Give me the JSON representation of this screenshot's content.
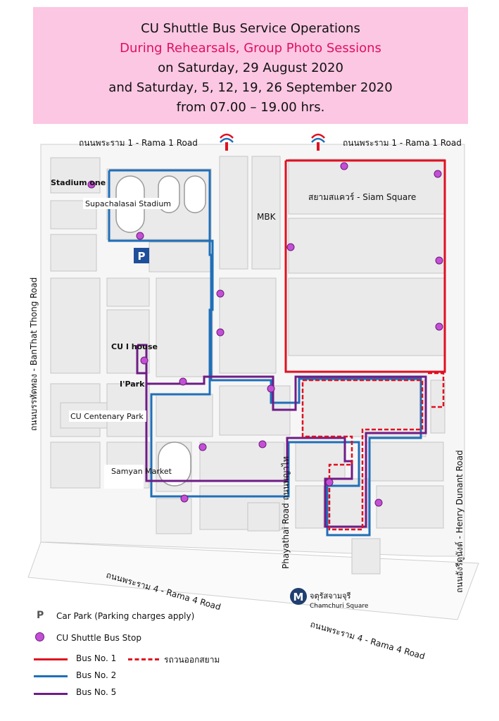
{
  "header": {
    "line1": "CU Shuttle Bus Service Operations",
    "line2": "During Rehearsals, Group Photo Sessions",
    "line3": "on Saturday, 29 August 2020",
    "line4": "and Saturday, 5, 12, 19, 26 September 2020",
    "line5": "from 07.00 – 19.00 hrs."
  },
  "colors": {
    "header_bg": "#fcc7e3",
    "highlight_text": "#e0105f",
    "bus1": "#e01020",
    "bus2": "#1f6fb8",
    "bus5": "#6f1c86",
    "stop": "#c44fd6",
    "block": "#efefef"
  },
  "map": {
    "road_rama1_left": "ถนนพระราม 1 - Rama 1 Road",
    "road_rama1_right": "ถนนพระราม 1 - Rama 1 Road",
    "road_banthat": "ถนนบรรทัดทอง - BanThat Thong Road",
    "road_henry": "ถนนอังรีดูนังต์ - Henry Dunant Road",
    "road_rama4_a": "ถนนพระราม 4 - Rama 4 Road",
    "road_rama4_b": "ถนนพระราม 4 - Rama 4 Road",
    "road_phayathai": "Phayathai Road ถนนพญาไท",
    "stadium_one": "Stadium one",
    "supachalasai": "Supachalasai Stadium",
    "mbk": "MBK",
    "siam_square": "สยามสแควร์ - Siam Square",
    "cu_i_house": "CU I house",
    "i_park": "I'Park",
    "cu_centenary": "CU Centenary Park",
    "samyan_market": "Samyan Market",
    "chamchuri_th": "จตุรัสจามจุรี",
    "chamchuri_en": "Chamchuri Square",
    "parking_icon": "P",
    "bts_icon": "bts-icon",
    "mrt_icon": "M"
  },
  "legend": {
    "car_park_icon": "P",
    "car_park": "Car Park (Parking charges apply)",
    "stop": "CU Shuttle Bus Stop",
    "bus1": "Bus No. 1",
    "bus1_alt": "รถวนออกสยาม",
    "bus2": "Bus No. 2",
    "bus5": "Bus No. 5"
  }
}
